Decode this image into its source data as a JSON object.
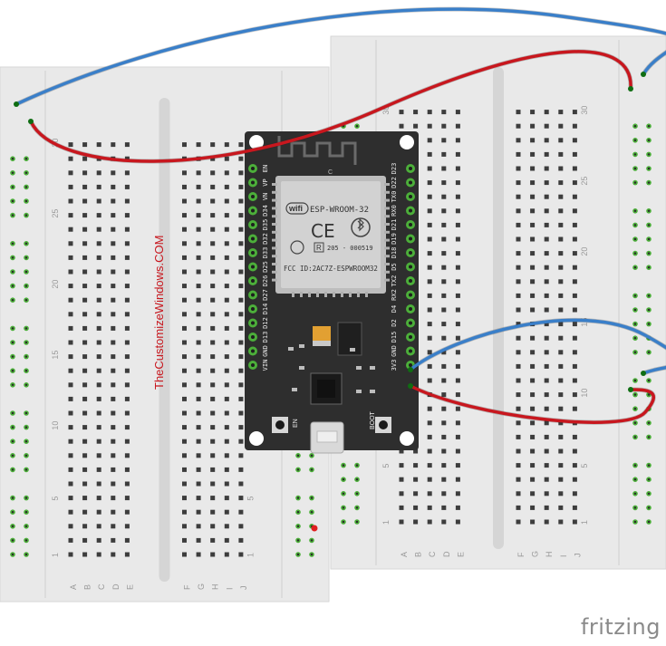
{
  "watermark": "TheCustomizeWindows.COM",
  "brand": "fritzing",
  "breadboard_left": {
    "row_numbers": [
      "1",
      "5",
      "10",
      "15",
      "20",
      "25",
      "30"
    ],
    "columns_left": [
      "A",
      "B",
      "C",
      "D",
      "E"
    ],
    "columns_right": [
      "F",
      "G",
      "H",
      "I",
      "J"
    ]
  },
  "breadboard_right": {
    "row_numbers": [
      "1",
      "5",
      "10",
      "15",
      "20",
      "25",
      "30"
    ],
    "columns_left": [
      "A",
      "B",
      "C",
      "D",
      "E"
    ],
    "columns_right": [
      "F",
      "G",
      "H",
      "I",
      "J"
    ]
  },
  "module": {
    "name": "ESP-WROOM-32",
    "cert": "FCC ID:2AC7Z-ESPWROOM32",
    "reg": "205 - 000519",
    "ce": "CE",
    "wifi": "wifi",
    "pins_left": [
      "EN",
      "VP",
      "VN",
      "D34",
      "D35",
      "D32",
      "D33",
      "D25",
      "D26",
      "D27",
      "D14",
      "D12",
      "D13",
      "GND",
      "VIN"
    ],
    "pins_right": [
      "D23",
      "D22",
      "TX0",
      "RX0",
      "D21",
      "D19",
      "D18",
      "D5",
      "TX2",
      "RX2",
      "D4",
      "D2",
      "D15",
      "GND",
      "3V3"
    ],
    "button_left": "EN",
    "button_right": "BOOT"
  },
  "colors": {
    "wire_blue": "#3a7fc9",
    "wire_red": "#c8171e",
    "board": "#2e2e2e",
    "pin_green": "#4caf3a",
    "breadboard": "#e9e9e9"
  }
}
